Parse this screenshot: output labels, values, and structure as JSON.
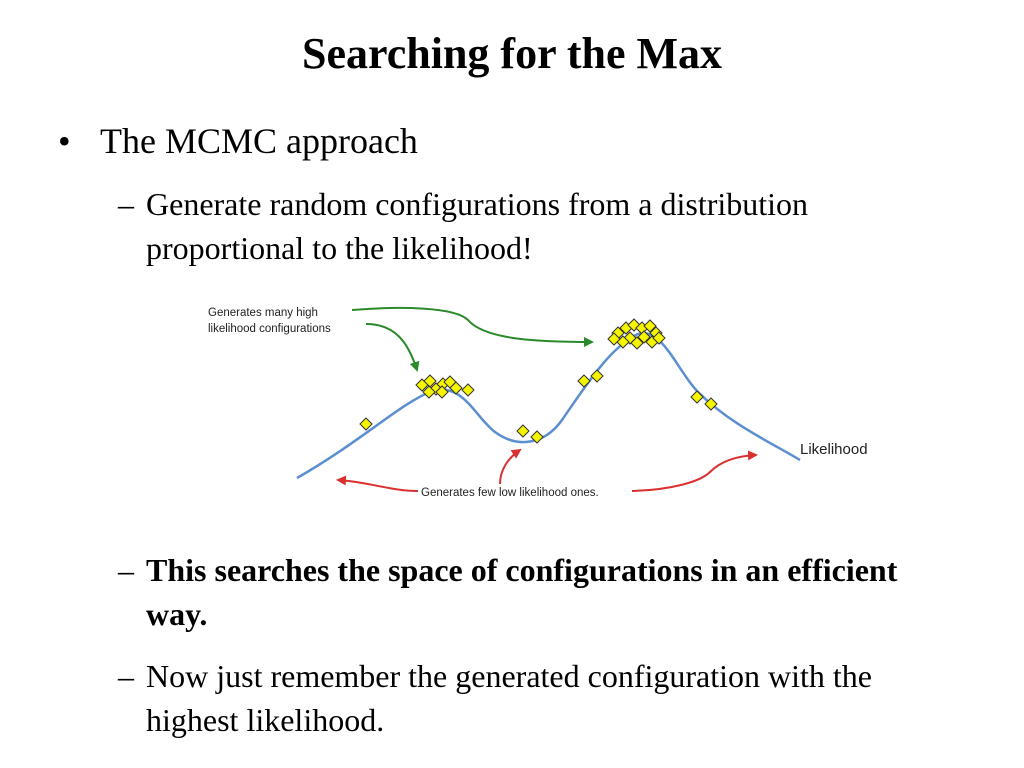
{
  "slide": {
    "title": "Searching for the Max",
    "bullet_char": "•",
    "dash_char": "–",
    "level1": "The MCMC approach",
    "sub1": "Generate random configurations from a distribution proportional to the likelihood!",
    "sub2": "This searches the space of configurations in an efficient way.",
    "sub3": "Now just remember the generated configuration with the highest likelihood."
  },
  "diagram": {
    "annot_high_line1": "Generates many high",
    "annot_high_line2": "likelihood configurations",
    "annot_low": "Generates few low likelihood ones.",
    "curve_label": "Likelihood",
    "colors": {
      "curve": "#5b8fcf",
      "marker_fill": "#f5f500",
      "marker_stroke": "#333333",
      "high_arrow": "#2a8a2a",
      "low_arrow": "#d93030"
    }
  }
}
